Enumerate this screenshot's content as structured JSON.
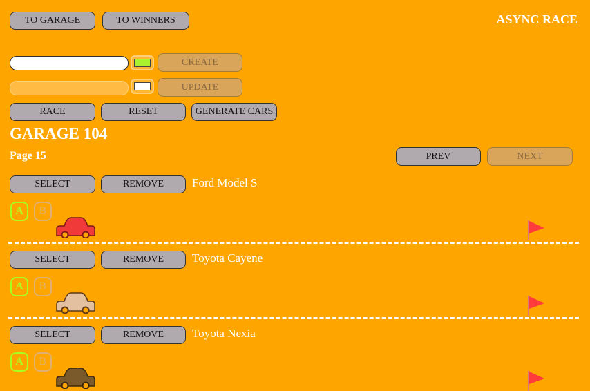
{
  "header": {
    "to_garage_label": "TO GARAGE",
    "to_winners_label": "TO WINNERS",
    "app_title": "ASYNC RACE"
  },
  "create": {
    "input_value": "",
    "color": "#aaf22e",
    "button_label": "CREATE"
  },
  "update": {
    "input_value": "",
    "color": "#ffffff",
    "button_label": "UPDATE"
  },
  "controls": {
    "race_label": "RACE",
    "reset_label": "RESET",
    "generate_label": "GENERATE CARS"
  },
  "garage": {
    "title": "GARAGE 104",
    "page": "Page 15",
    "prev_label": "PREV",
    "next_label": "NEXT"
  },
  "cars": [
    {
      "name": "Ford Model S",
      "color": "#f03a3a",
      "select_label": "SELECT",
      "remove_label": "REMOVE",
      "start_label": "A",
      "stop_label": "B"
    },
    {
      "name": "Toyota Cayene",
      "color": "#e2c0a0",
      "select_label": "SELECT",
      "remove_label": "REMOVE",
      "start_label": "A",
      "stop_label": "B"
    },
    {
      "name": "Toyota Nexia",
      "color": "#7a5a2a",
      "select_label": "SELECT",
      "remove_label": "REMOVE",
      "start_label": "A",
      "stop_label": "B"
    }
  ],
  "colors": {
    "background": "#ffa500",
    "button": "#b0a9ad",
    "disabled_button": "#d9a55b",
    "flag": "#ff3b3b"
  }
}
